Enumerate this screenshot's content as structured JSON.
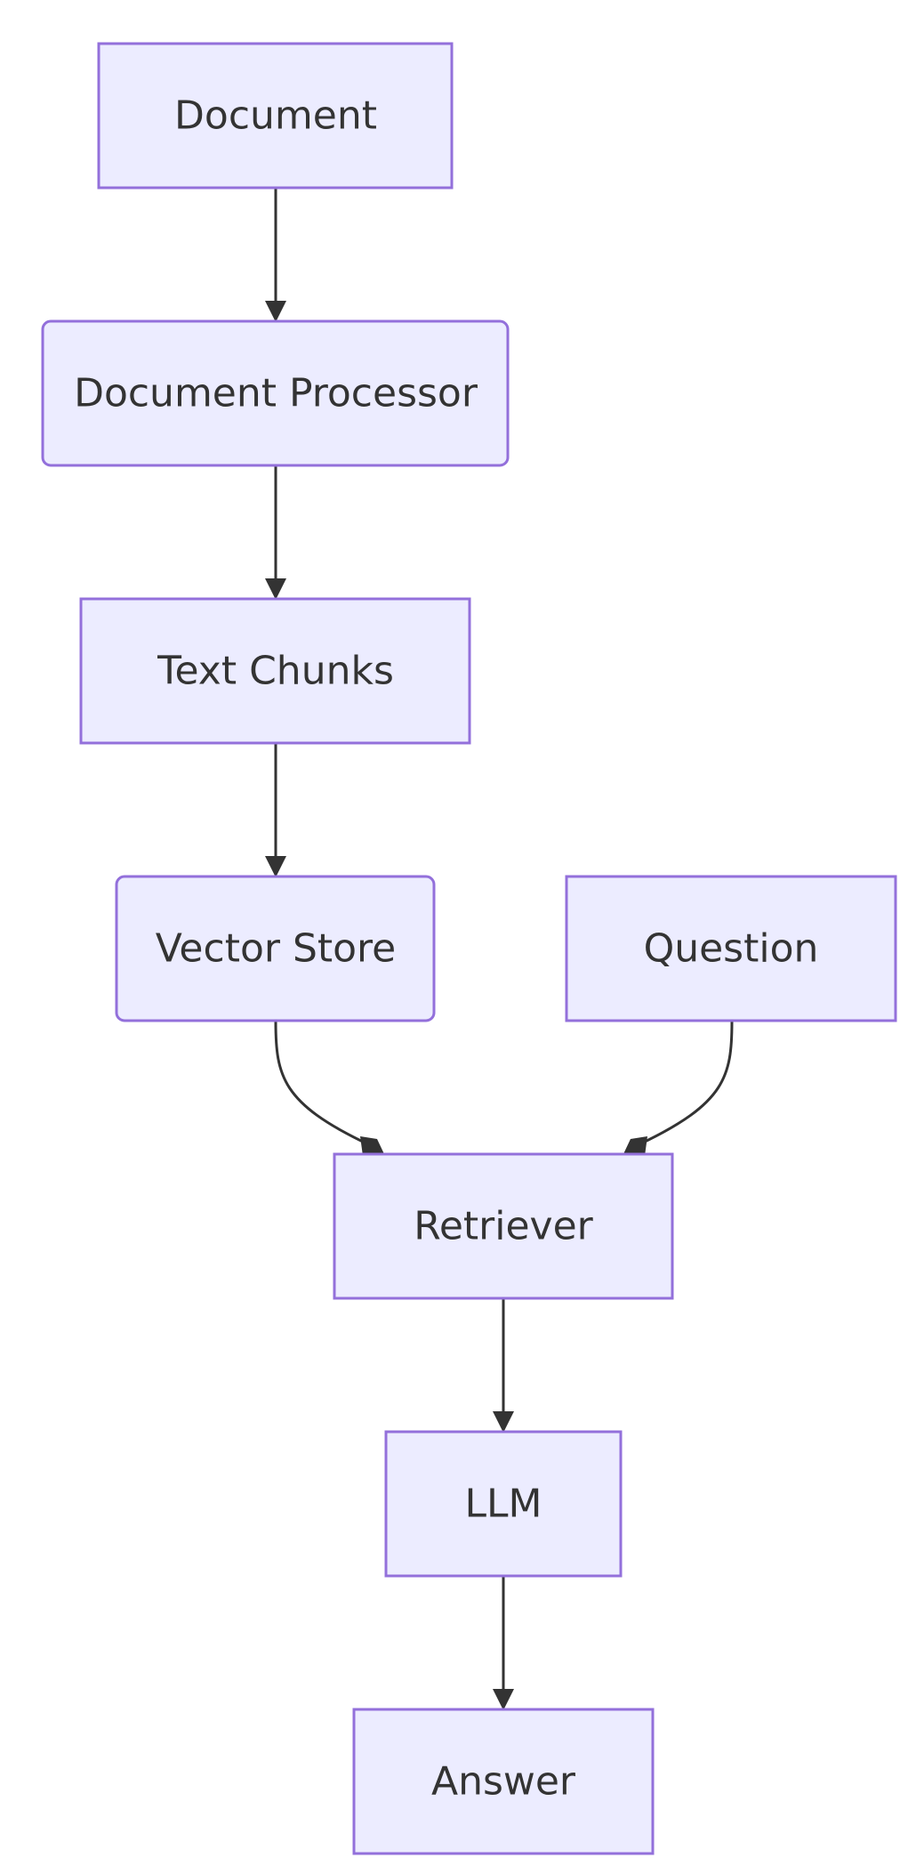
{
  "nodes": [
    {
      "id": "document",
      "label": "Document",
      "shape": "rect"
    },
    {
      "id": "document-processor",
      "label": "Document Processor",
      "shape": "rounded"
    },
    {
      "id": "text-chunks",
      "label": "Text Chunks",
      "shape": "rect"
    },
    {
      "id": "vector-store",
      "label": "Vector Store",
      "shape": "rounded"
    },
    {
      "id": "question",
      "label": "Question",
      "shape": "rect"
    },
    {
      "id": "retriever",
      "label": "Retriever",
      "shape": "rect"
    },
    {
      "id": "llm",
      "label": "LLM",
      "shape": "rect"
    },
    {
      "id": "answer",
      "label": "Answer",
      "shape": "rect"
    }
  ],
  "edges": [
    {
      "from": "document",
      "to": "document-processor"
    },
    {
      "from": "document-processor",
      "to": "text-chunks"
    },
    {
      "from": "text-chunks",
      "to": "vector-store"
    },
    {
      "from": "vector-store",
      "to": "retriever"
    },
    {
      "from": "question",
      "to": "retriever"
    },
    {
      "from": "retriever",
      "to": "llm"
    },
    {
      "from": "llm",
      "to": "answer"
    }
  ],
  "colors": {
    "node_fill": "#ECECFF",
    "node_stroke": "#9370DB",
    "edge": "#333333",
    "text": "#333333"
  }
}
